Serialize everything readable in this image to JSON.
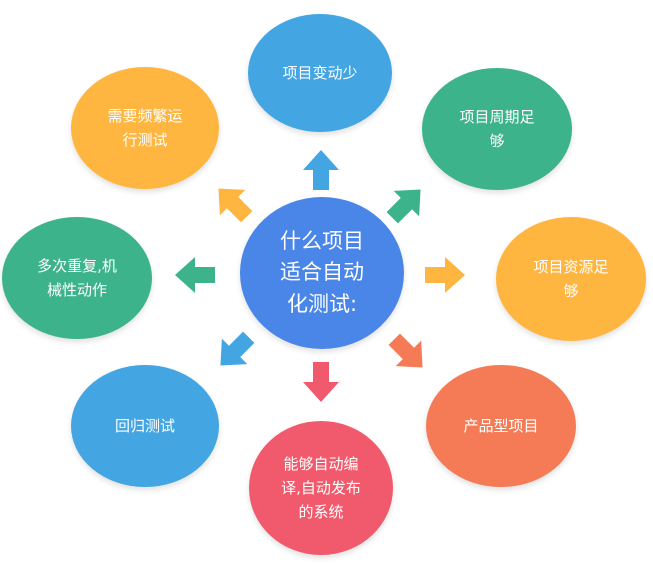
{
  "center": {
    "text": "什么项目\n适合自动\n化测试:",
    "color": "#4a86e8"
  },
  "nodes": [
    {
      "id": "top",
      "text": "项目变动少",
      "color": "#43a6e3"
    },
    {
      "id": "top-right",
      "text": "项目周期足\n够",
      "color": "#3cb38a"
    },
    {
      "id": "right",
      "text": "项目资源足\n够",
      "color": "#ffb640"
    },
    {
      "id": "bottom-right",
      "text": "产品型项目",
      "color": "#f47b55"
    },
    {
      "id": "bottom",
      "text": "能够自动编\n译,自动发布\n的系统",
      "color": "#f05a6c"
    },
    {
      "id": "bottom-left",
      "text": "回归测试",
      "color": "#43a6e3"
    },
    {
      "id": "left",
      "text": "多次重复,机\n械性动作",
      "color": "#3cb38a"
    },
    {
      "id": "top-left",
      "text": "需要频繁运\n行测试",
      "color": "#ffb640"
    }
  ],
  "arrows": [
    {
      "target": "top",
      "color": "#43a6e3"
    },
    {
      "target": "top-right",
      "color": "#3cb38a"
    },
    {
      "target": "right",
      "color": "#ffb640"
    },
    {
      "target": "bottom-right",
      "color": "#f47b55"
    },
    {
      "target": "bottom",
      "color": "#f05a6c"
    },
    {
      "target": "bottom-left",
      "color": "#43a6e3"
    },
    {
      "target": "left",
      "color": "#3cb38a"
    },
    {
      "target": "top-left",
      "color": "#ffb640"
    }
  ]
}
